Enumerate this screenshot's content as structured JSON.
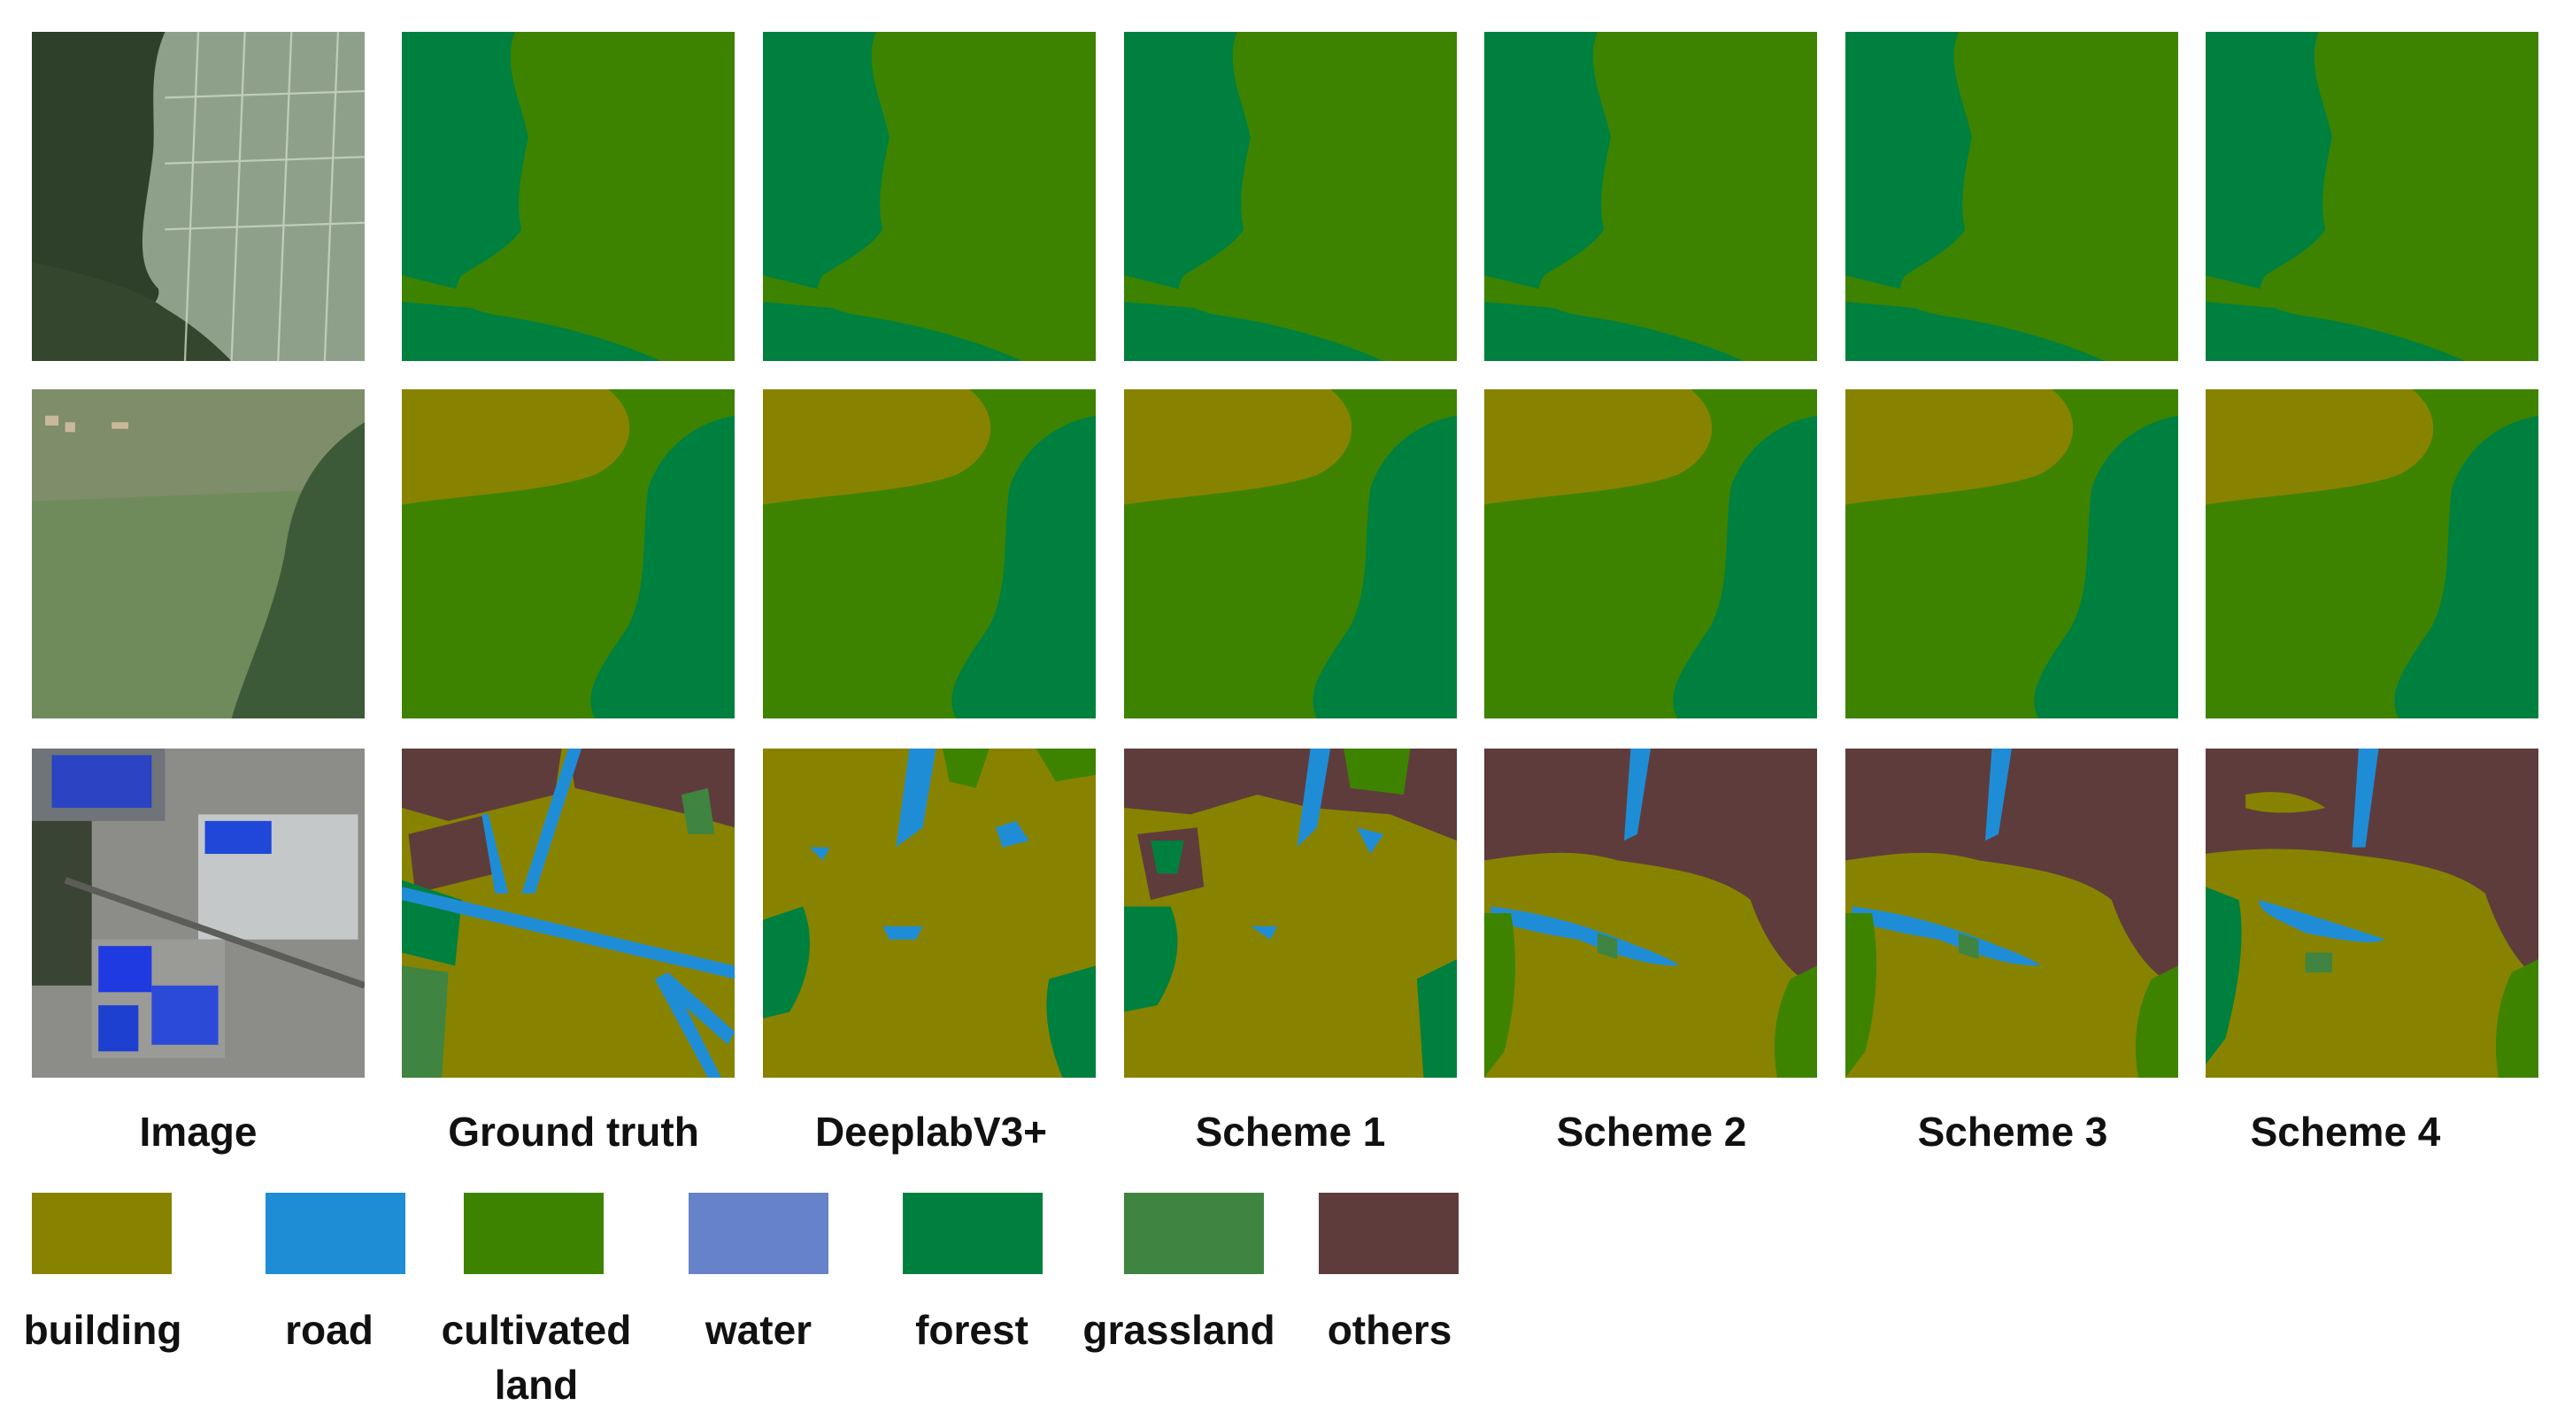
{
  "columns": [
    "Image",
    "Ground truth",
    "DeeplabV3+",
    "Scheme 1",
    "Scheme 2",
    "Scheme 3",
    "Scheme 4"
  ],
  "legend": [
    {
      "label": "building",
      "color": "#878300"
    },
    {
      "label": "road",
      "color": "#1f8dd6"
    },
    {
      "label": "cultivated land",
      "color": "#3e8300"
    },
    {
      "label": "water",
      "color": "#6682c8"
    },
    {
      "label": "forest",
      "color": "#00803e"
    },
    {
      "label": "grassland",
      "color": "#3f8440"
    },
    {
      "label": "others",
      "color": "#5f3c3c"
    }
  ]
}
